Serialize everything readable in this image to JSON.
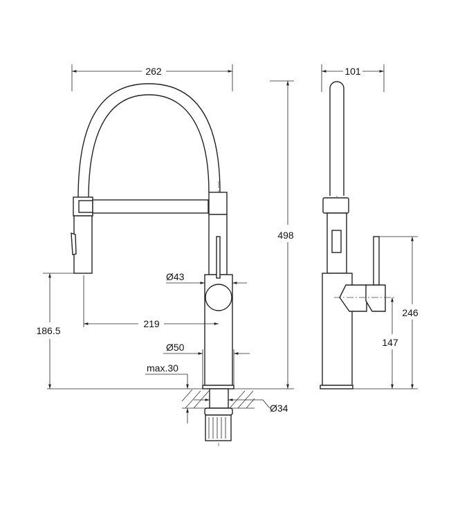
{
  "front_view": {
    "width_label": "262",
    "height_label": "498",
    "spout_height_label": "186.5",
    "reach_label": "219",
    "head_diameter_label": "Ø43",
    "body_diameter_label": "Ø50",
    "counter_thickness_label": "max.30",
    "hole_diameter_label": "Ø34"
  },
  "side_view": {
    "depth_label": "101",
    "lever_height_label": "246",
    "lever_axis_label": "147"
  }
}
